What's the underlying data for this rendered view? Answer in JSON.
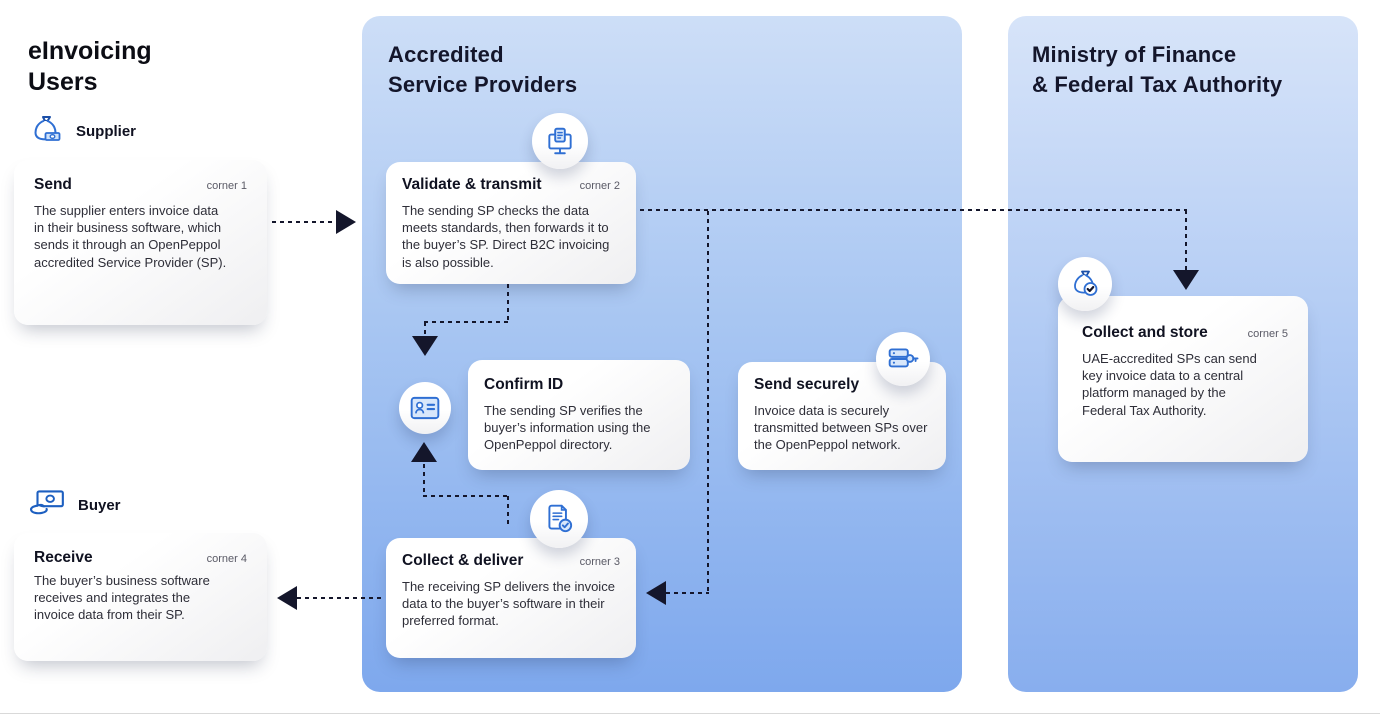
{
  "diagram": {
    "left_column": {
      "title_lines": [
        "eInvoicing",
        "Users"
      ],
      "supplier": {
        "label": "Supplier",
        "icon": "money-bag-icon"
      },
      "buyer": {
        "label": "Buyer",
        "icon": "receive-money-icon"
      }
    },
    "sp_panel": {
      "title_lines": [
        "Accredited",
        "Service Providers"
      ]
    },
    "mof_panel": {
      "title_lines": [
        "Ministry of Finance",
        "& Federal Tax Authority"
      ]
    },
    "cards": {
      "send": {
        "title": "Send",
        "corner": "corner 1",
        "body": "The supplier enters invoice data in their business software, which sends it through an OpenPeppol accredited Service Provider (SP)."
      },
      "validate": {
        "title": "Validate & transmit",
        "corner": "corner 2",
        "body": "The sending SP checks the data meets standards, then forwards it to the buyer’s SP. Direct B2C invoicing is also possible.",
        "icon": "document-monitor-icon"
      },
      "confirm_id": {
        "title": "Confirm ID",
        "body": "The sending SP verifies the buyer’s information using the OpenPeppol directory.",
        "icon": "id-card-icon"
      },
      "send_securely": {
        "title": "Send securely",
        "body": "Invoice data is securely transmitted between SPs over the OpenPeppol network.",
        "icon": "server-key-icon"
      },
      "collect_deliver": {
        "title": "Collect & deliver",
        "corner": "corner 3",
        "body": "The receiving SP delivers the invoice data to the buyer’s software in their preferred format.",
        "icon": "document-check-icon"
      },
      "receive": {
        "title": "Receive",
        "corner": "corner 4",
        "body": "The buyer’s business software receives and integrates the invoice data from their SP."
      },
      "collect_store": {
        "title": "Collect and store",
        "corner": "corner 5",
        "body": "UAE-accredited SPs can send key invoice data to a central platform managed by the Federal Tax Authority.",
        "icon": "money-bag-check-icon"
      }
    },
    "colors": {
      "sp_panel_top": "#cddef7",
      "sp_panel_bottom": "#7ea8ed",
      "mof_panel_top": "#d7e4f9",
      "mof_panel_bottom": "#88aeee",
      "arrow": "#14162b",
      "icon_stroke_blue": "#2f6fd3",
      "icon_fill_blue": "#d8e7fb",
      "title_text": "#14162b",
      "body_text": "#2e2e38",
      "corner_text": "#5a5a66"
    }
  }
}
